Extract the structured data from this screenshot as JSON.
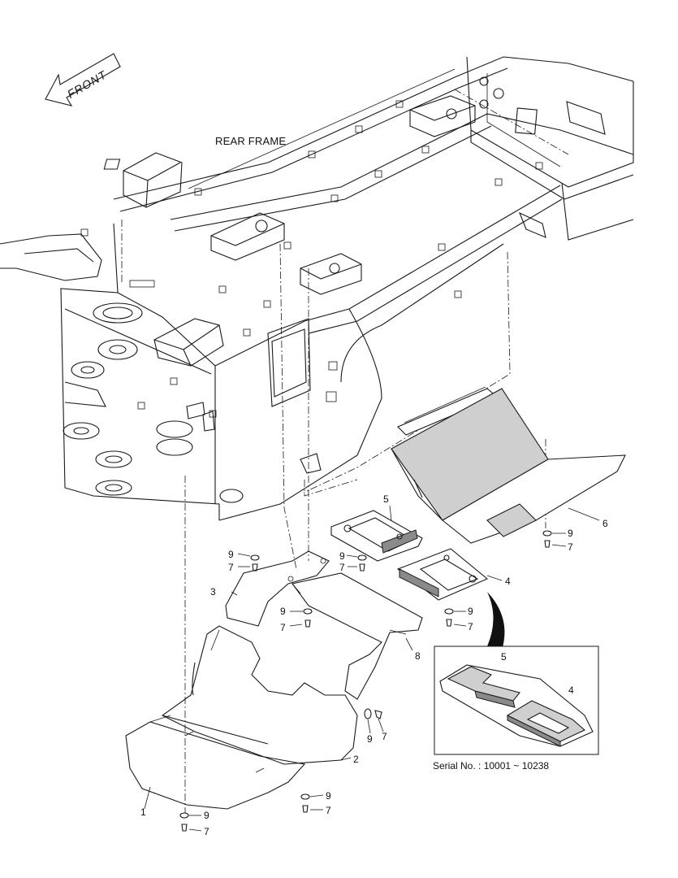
{
  "diagram": {
    "frame_label": "REAR FRAME",
    "front_label": "FRONT",
    "serial_note": "Serial No. : 10001 ~ 10238",
    "callouts": {
      "c1": "1",
      "c2": "2",
      "c3": "3",
      "c4": "4",
      "c5": "5",
      "c6": "6",
      "c7": "7",
      "c8": "8",
      "c9": "9",
      "inset4": "4",
      "inset5": "5"
    }
  }
}
